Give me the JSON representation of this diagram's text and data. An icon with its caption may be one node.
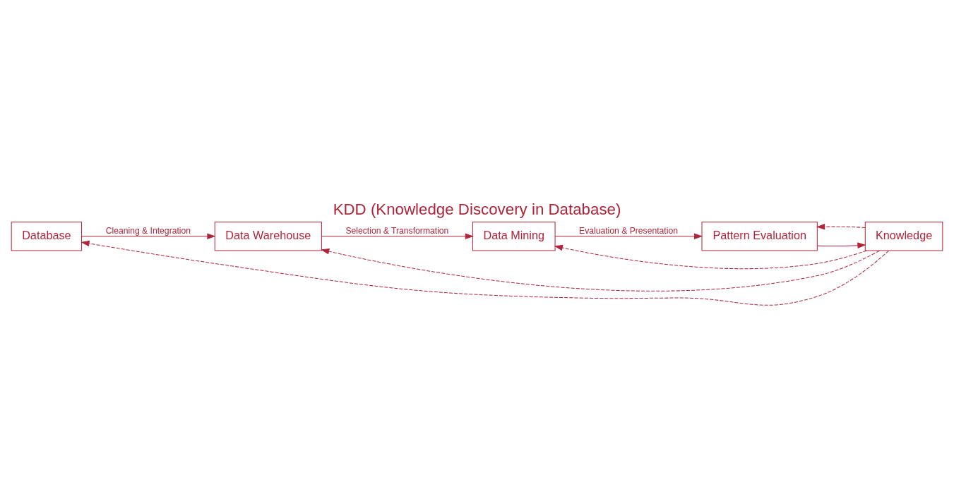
{
  "diagram": {
    "title": "KDD (Knowledge Discovery in Database)",
    "nodes": [
      {
        "text": [
          "Database"
        ]
      },
      {
        "text": [
          "Data Warehouse"
        ]
      },
      {
        "text": [
          "Data Mining"
        ]
      },
      {
        "text": [
          "Pattern Evaluation"
        ]
      },
      {
        "text": [
          "Knowledge"
        ]
      }
    ],
    "edges": [
      {
        "from": 0,
        "to": 1,
        "arrow": "to",
        "label": "Cleaning & Integration"
      },
      {
        "from": 1,
        "to": 2,
        "arrow": "to",
        "label": "Selection & Transformation"
      },
      {
        "from": 2,
        "to": 3,
        "arrow": "to",
        "label": "Evaluation & Presentation"
      },
      {
        "from": 3,
        "to": 4,
        "arrow": "to"
      },
      {
        "from": 4,
        "to": 0,
        "arrow": "to",
        "style": "dashed"
      },
      {
        "from": 4,
        "to": 1,
        "arrow": "to",
        "style": "dashed"
      },
      {
        "from": 4,
        "to": 2,
        "arrow": "to",
        "style": "dashed"
      },
      {
        "from": 4,
        "to": 3,
        "arrow": "to",
        "style": "dashed"
      }
    ]
  }
}
